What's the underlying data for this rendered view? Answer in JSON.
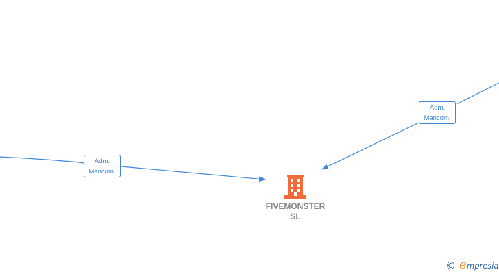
{
  "diagram": {
    "company": {
      "name_line1": "FIVEMONSTER",
      "name_line2": "SL",
      "icon": "building-icon",
      "icon_color": "#f26b3a"
    },
    "edges": [
      {
        "label_line1": "Adm.",
        "label_line2": "Mancom."
      },
      {
        "label_line1": "Adm.",
        "label_line2": "Mancom."
      }
    ],
    "edge_color": "#3f86d6",
    "text_color": "#888888"
  },
  "brand": {
    "copyright_symbol": "©",
    "logo_first_letter": "e",
    "logo_rest": "mpresia",
    "logo_accent_color": "#f08a24",
    "logo_color": "#2a5fa8"
  }
}
